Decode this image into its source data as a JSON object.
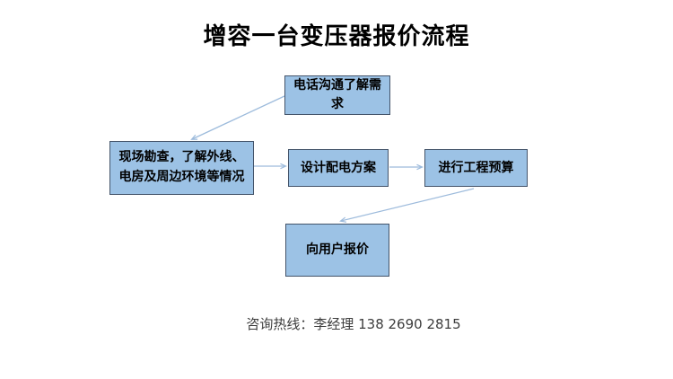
{
  "title": {
    "text": "增容一台变压器报价流程"
  },
  "flowchart": {
    "nodes": [
      {
        "id": "phone-communication",
        "label": "电话沟通了解需求"
      },
      {
        "id": "site-survey",
        "label": "现场勘查，了解外线、电房及周边环境等情况"
      },
      {
        "id": "design-plan",
        "label": "设计配电方案"
      },
      {
        "id": "project-budget",
        "label": "进行工程预算"
      },
      {
        "id": "quote-to-user",
        "label": "向用户报价"
      }
    ],
    "edges": [
      {
        "from": "phone-communication",
        "to": "site-survey"
      },
      {
        "from": "site-survey",
        "to": "design-plan"
      },
      {
        "from": "design-plan",
        "to": "project-budget"
      },
      {
        "from": "project-budget",
        "to": "quote-to-user"
      }
    ],
    "colors": {
      "node_fill": "#9CC2E5",
      "node_border": "#44546A",
      "connector": "#9DBBDC",
      "title_text": "#000000",
      "footer_text": "#3D3D3D"
    }
  },
  "footer": {
    "hotline": "咨询热线：李经理 138 2690 2815"
  }
}
